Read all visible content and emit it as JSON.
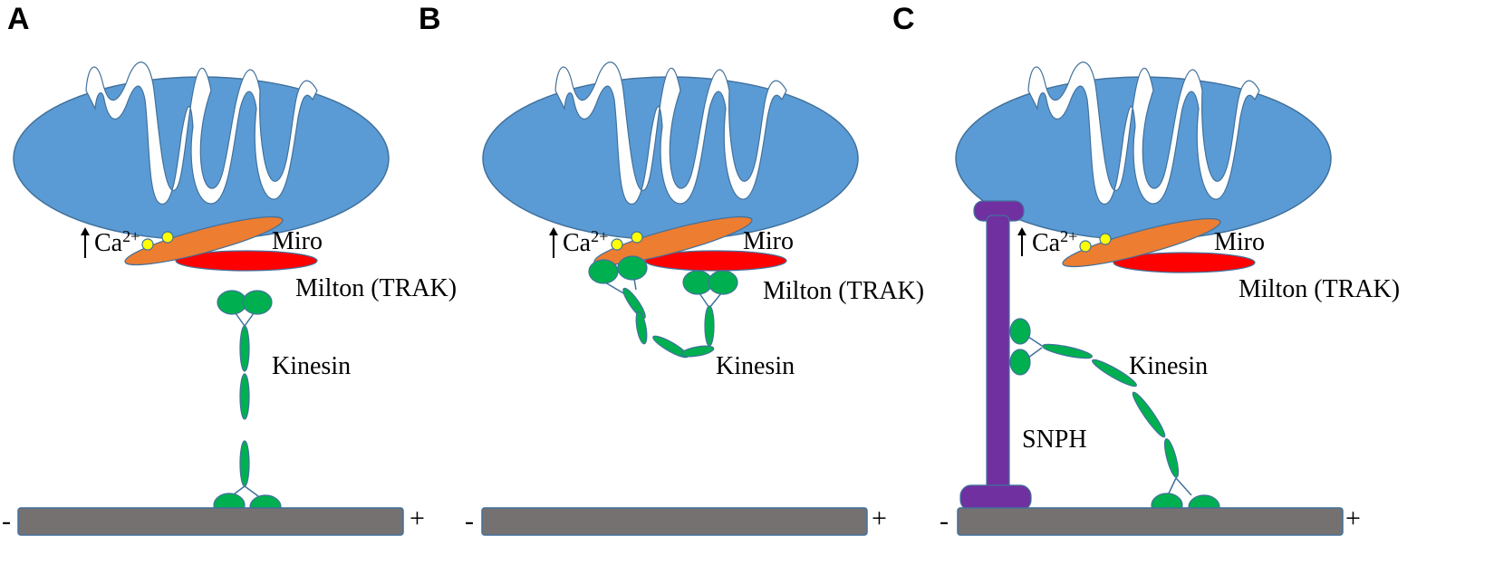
{
  "panels": [
    {
      "letter": "A",
      "miro": "Miro",
      "milton": "Milton (TRAK)",
      "kinesin": "Kinesin",
      "ca": "Ca",
      "ca_sup": "2+",
      "minus": "-",
      "plus": "+"
    },
    {
      "letter": "B",
      "miro": "Miro",
      "milton": "Milton (TRAK)",
      "kinesin": "Kinesin",
      "ca": "Ca",
      "ca_sup": "2+",
      "minus": "-",
      "plus": "+"
    },
    {
      "letter": "C",
      "miro": "Miro",
      "milton": "Milton (TRAK)",
      "kinesin": "Kinesin",
      "ca": "Ca",
      "ca_sup": "2+",
      "minus": "-",
      "plus": "+",
      "snph": "SNPH"
    }
  ],
  "colors": {
    "mitochondrion": "#5b9bd5",
    "miro": "#ed7d31",
    "milton": "#ff0000",
    "calcium": "#ffff00",
    "kinesin": "#00b050",
    "microtubule": "#767171",
    "snph": "#7030a0"
  }
}
